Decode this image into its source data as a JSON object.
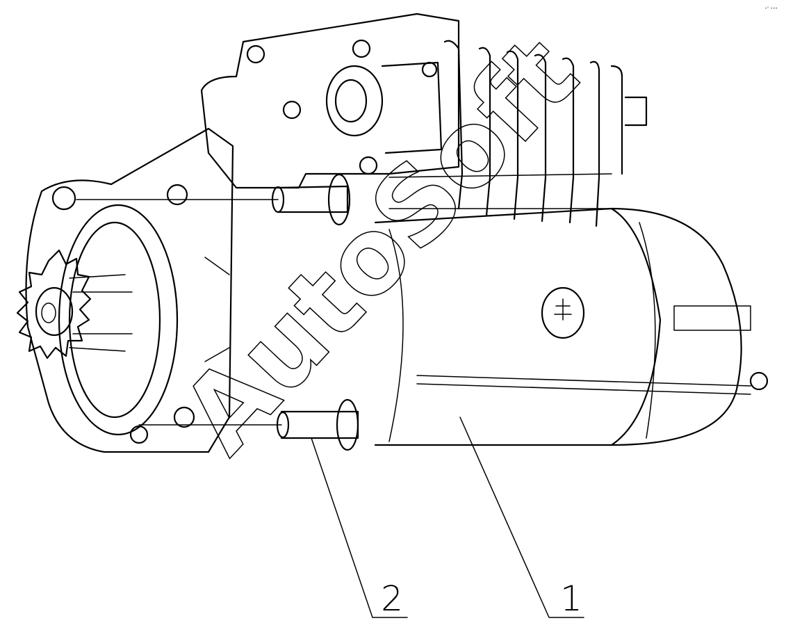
{
  "callouts": [
    {
      "label": "1"
    },
    {
      "label": "2"
    }
  ],
  "watermark": {
    "text": "AutoSoft"
  },
  "corner_mark": {
    "text": "•° •••"
  },
  "colors": {
    "line": "#000000",
    "background": "#ffffff"
  }
}
